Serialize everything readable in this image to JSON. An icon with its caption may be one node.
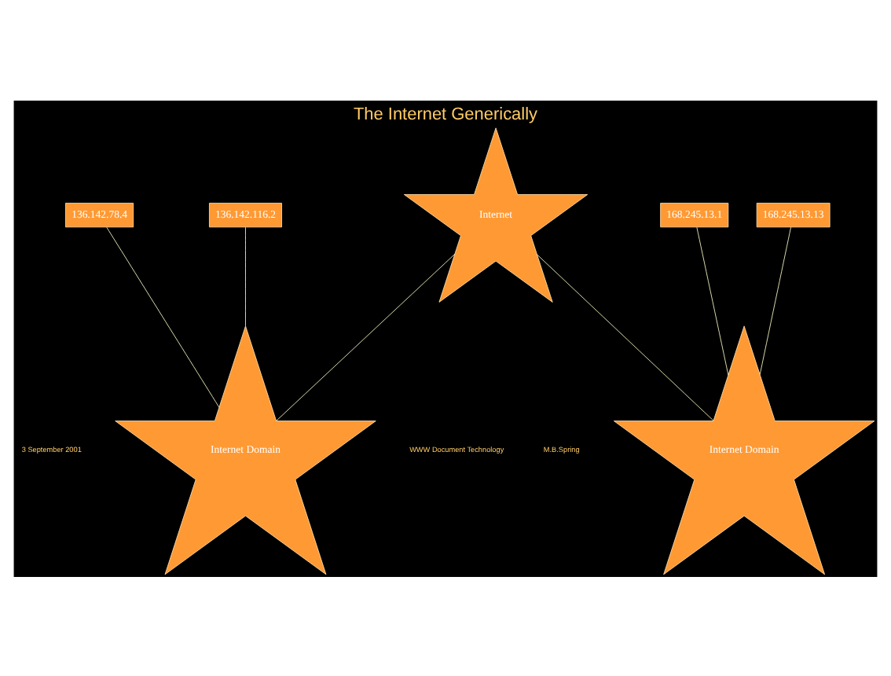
{
  "diagram": {
    "title": "The Internet Generically",
    "nodes": [
      {
        "text": [
          "136.142.116.2"
        ]
      },
      {
        "text": [
          "Internet"
        ]
      },
      {
        "text": [
          "168.245.13.1"
        ]
      },
      {
        "text": [
          "Internet Domain"
        ]
      },
      {
        "text": [
          "Internet Domain"
        ]
      },
      {
        "text": [
          "136.142.78.4"
        ]
      },
      {
        "text": [
          "168.245.13.13"
        ]
      }
    ],
    "edges": [
      {
        "from": 0,
        "to": 3,
        "arrow": "none"
      },
      {
        "from": 1,
        "to": 3,
        "arrow": "none"
      },
      {
        "from": 1,
        "to": 4,
        "arrow": "none"
      },
      {
        "from": 2,
        "to": 4,
        "arrow": "none"
      },
      {
        "from": 5,
        "to": 3,
        "arrow": "none"
      },
      {
        "from": 6,
        "to": 4,
        "arrow": "none"
      }
    ],
    "labels": [
      "3 September 2001",
      "WWW Document Technology",
      "M.B.Spring"
    ]
  }
}
